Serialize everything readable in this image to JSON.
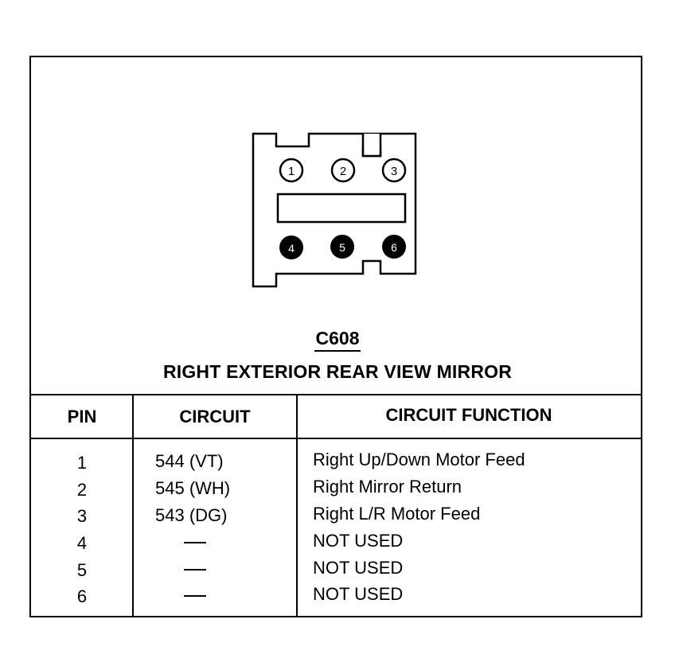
{
  "connector": {
    "id": "C608",
    "name": "RIGHT EXTERIOR REAR VIEW MIRROR",
    "pins_top": [
      "1",
      "2",
      "3"
    ],
    "pins_bottom": [
      "4",
      "5",
      "6"
    ]
  },
  "table": {
    "headers": {
      "pin": "PIN",
      "circuit": "CIRCUIT",
      "function": "CIRCUIT FUNCTION"
    },
    "rows": [
      {
        "pin": "1",
        "circuit": "544 (VT)",
        "function": "Right Up/Down Motor Feed"
      },
      {
        "pin": "2",
        "circuit": "545 (WH)",
        "function": "Right Mirror Return"
      },
      {
        "pin": "3",
        "circuit": "543 (DG)",
        "function": "Right L/R Motor Feed"
      },
      {
        "pin": "4",
        "circuit": "",
        "function": "NOT USED"
      },
      {
        "pin": "5",
        "circuit": "",
        "function": "NOT USED"
      },
      {
        "pin": "6",
        "circuit": "",
        "function": "NOT USED"
      }
    ]
  }
}
